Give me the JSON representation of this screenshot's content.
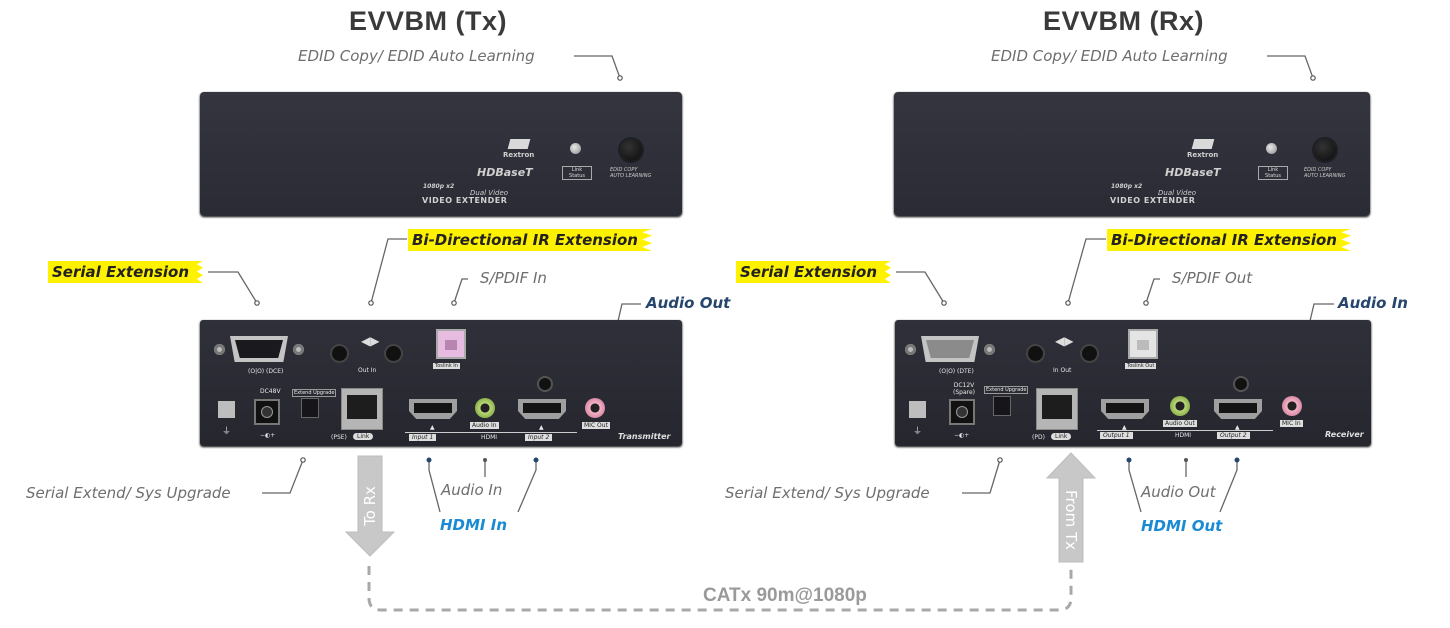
{
  "tx": {
    "title": "EVVBM (Tx)",
    "top_label": "EDID Copy/ EDID Auto Learning",
    "serial_label": "Serial Extension",
    "ir_label": "Bi-Directional IR Extension",
    "spdif_label": "S/PDIF In",
    "audio_side_label": "Audio Out",
    "serial_ext_label": "Serial Extend/ Sys Upgrade",
    "audio_bottom_label": "Audio In",
    "hdmi_label": "HDMI In",
    "arrow_label": "To Rx",
    "front": {
      "brand": "Rextron",
      "hdbaset": "HDBaseT",
      "spec": "1080p x2",
      "dual": "Dual Video",
      "product": "VIDEO EXTENDER",
      "link_status": "Link\nStatus",
      "edid_button_label": "EDID COPY\nAUTO LEARNING"
    },
    "rear": {
      "side_text": "Transmitter",
      "serial_port": "(O|O) (DCE)",
      "ir_port": "Out In",
      "toslink": "Toslink In",
      "power": "DC48V",
      "switch": "Extend Upgrade",
      "rj45": "(PSE)",
      "link": "Link",
      "hdmi1": "Input 1",
      "hdmi_mid": "HDMI",
      "hdmi2": "Input 2",
      "audio_jack": "Audio In",
      "mic": "MIC Out"
    }
  },
  "rx": {
    "title": "EVVBM (Rx)",
    "top_label": "EDID Copy/ EDID Auto Learning",
    "serial_label": "Serial Extension",
    "ir_label": "Bi-Directional IR Extension",
    "spdif_label": "S/PDIF Out",
    "audio_side_label": "Audio In",
    "serial_ext_label": "Serial Extend/ Sys Upgrade",
    "audio_bottom_label": "Audio Out",
    "hdmi_label": "HDMI Out",
    "arrow_label": "From Tx",
    "front": {
      "brand": "Rextron",
      "hdbaset": "HDBaseT",
      "spec": "1080p x2",
      "dual": "Dual Video",
      "product": "VIDEO EXTENDER",
      "link_status": "Link\nStatus",
      "edid_button_label": "EDID COPY\nAUTO LEARNING"
    },
    "rear": {
      "side_text": "Receiver",
      "serial_port": "(O|O) (DTE)",
      "ir_port": "In Out",
      "toslink": "Toslink Out",
      "power": "DC12V (Spare)",
      "switch": "Extend Upgrade",
      "rj45": "(PD)",
      "link": "Link",
      "hdmi1": "Output 1",
      "hdmi_mid": "HDMI",
      "hdmi2": "Output 2",
      "audio_jack": "Audio Out",
      "mic": "MIC In"
    }
  },
  "cable_label": "CATx 90m@1080p",
  "colors": {
    "device": "#2b2c36",
    "highlight": "#fff200",
    "label_gray": "#6e6e6e",
    "label_blue": "#1a8ad4",
    "label_dark": "#27466e",
    "arrow": "#c8c8c8"
  }
}
